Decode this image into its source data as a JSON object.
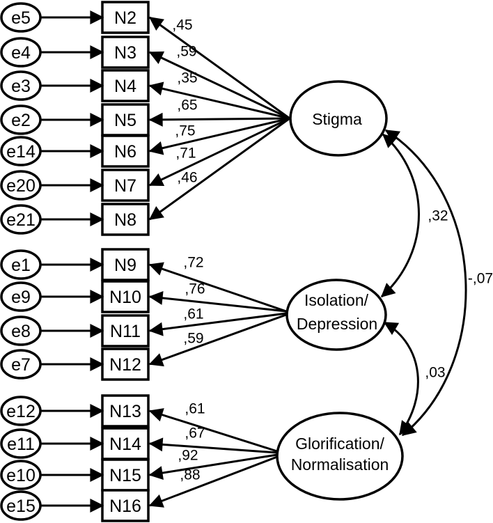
{
  "figure": {
    "type": "sem-path-diagram",
    "colors": {
      "ink": "#000000",
      "paper": "#ffffff"
    },
    "factors": {
      "stigma": {
        "label": "Stigma"
      },
      "isolation_depression": {
        "line1": "Isolation/",
        "line2": "Depression"
      },
      "glorification_normalisation": {
        "line1": "Glorification/",
        "line2": "Normalisation"
      }
    },
    "measurement": [
      {
        "error": "e5",
        "indicator": "N2",
        "loading": ",45"
      },
      {
        "error": "e4",
        "indicator": "N3",
        "loading": ",59"
      },
      {
        "error": "e3",
        "indicator": "N4",
        "loading": ",35"
      },
      {
        "error": "e2",
        "indicator": "N5",
        "loading": ",65"
      },
      {
        "error": "e14",
        "indicator": "N6",
        "loading": ",75"
      },
      {
        "error": "e20",
        "indicator": "N7",
        "loading": ",71"
      },
      {
        "error": "e21",
        "indicator": "N8",
        "loading": ",46"
      },
      {
        "error": "e1",
        "indicator": "N9",
        "loading": ",72"
      },
      {
        "error": "e9",
        "indicator": "N10",
        "loading": ",76"
      },
      {
        "error": "e8",
        "indicator": "N11",
        "loading": ",61"
      },
      {
        "error": "e7",
        "indicator": "N12",
        "loading": ",59"
      },
      {
        "error": "e12",
        "indicator": "N13",
        "loading": ",61"
      },
      {
        "error": "e11",
        "indicator": "N14",
        "loading": ",67"
      },
      {
        "error": "e10",
        "indicator": "N15",
        "loading": ",92"
      },
      {
        "error": "e15",
        "indicator": "N16",
        "loading": ",88"
      }
    ],
    "correlations": {
      "stigma_isolation": ",32",
      "isolation_glorification": ",03",
      "stigma_glorification": "-,07"
    }
  }
}
